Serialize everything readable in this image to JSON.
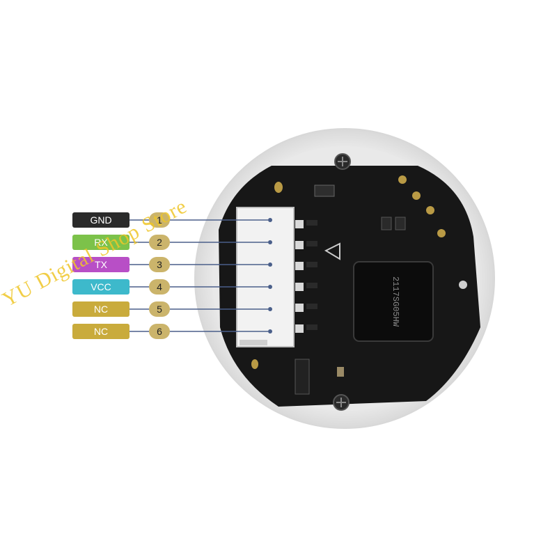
{
  "pins": [
    {
      "label": "GND",
      "number": "1",
      "label_bg": "#2b2b2b",
      "label_color": "#ffffff"
    },
    {
      "label": "RX",
      "number": "2",
      "label_bg": "#7cc24a",
      "label_color": "#ffffff"
    },
    {
      "label": "TX",
      "number": "3",
      "label_bg": "#b84fc6",
      "label_color": "#ffffff"
    },
    {
      "label": "VCC",
      "number": "4",
      "label_bg": "#3db9cb",
      "label_color": "#ffffff"
    },
    {
      "label": "NC",
      "number": "5",
      "label_bg": "#c9ab3c",
      "label_color": "#ffffff"
    },
    {
      "label": "NC",
      "number": "6",
      "label_bg": "#c9ab3c",
      "label_color": "#ffffff"
    }
  ],
  "chip": {
    "marking": "2117SG05HW"
  },
  "watermark": "YU Digital Shop Store",
  "colors": {
    "line": "#4a5f8a",
    "number_bg": "#cbb46b",
    "board": "#151515",
    "housing": "#e6e6e6"
  }
}
